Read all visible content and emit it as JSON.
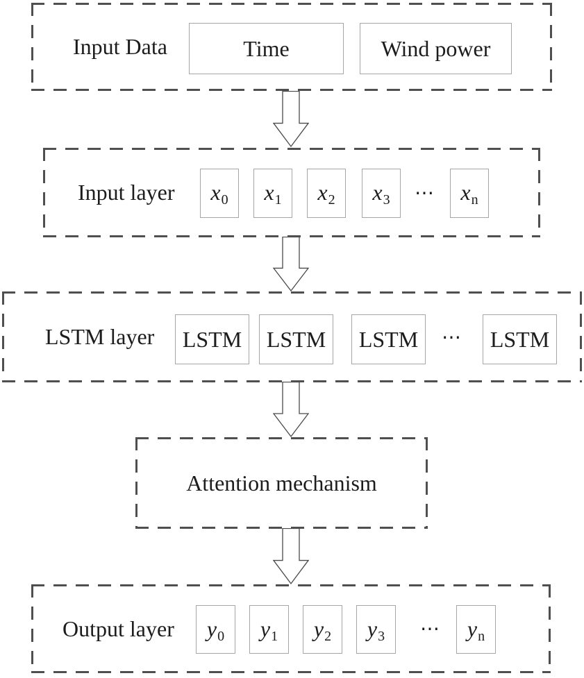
{
  "input_data": {
    "label": "Input Data",
    "items": [
      "Time",
      "Wind power"
    ]
  },
  "input_layer": {
    "label": "Input layer",
    "ellipsis": "⋯",
    "cells": [
      {
        "base": "x",
        "sub": "0"
      },
      {
        "base": "x",
        "sub": "1"
      },
      {
        "base": "x",
        "sub": "2"
      },
      {
        "base": "x",
        "sub": "3"
      },
      {
        "base": "x",
        "sub": "n"
      }
    ]
  },
  "lstm_layer": {
    "label": "LSTM layer",
    "ellipsis": "⋯",
    "cells": [
      "LSTM",
      "LSTM",
      "LSTM",
      "LSTM"
    ]
  },
  "attention": {
    "label": "Attention mechanism"
  },
  "output_layer": {
    "label": "Output layer",
    "ellipsis": "⋯",
    "cells": [
      {
        "base": "y",
        "sub": "0"
      },
      {
        "base": "y",
        "sub": "1"
      },
      {
        "base": "y",
        "sub": "2"
      },
      {
        "base": "y",
        "sub": "3"
      },
      {
        "base": "y",
        "sub": "n"
      }
    ]
  },
  "colors": {
    "dash": "#4f4f4f",
    "box_border": "#a6a6a6",
    "text": "#1c1c1c",
    "arrow": "#4a4a4a",
    "bg": "#ffffff"
  }
}
